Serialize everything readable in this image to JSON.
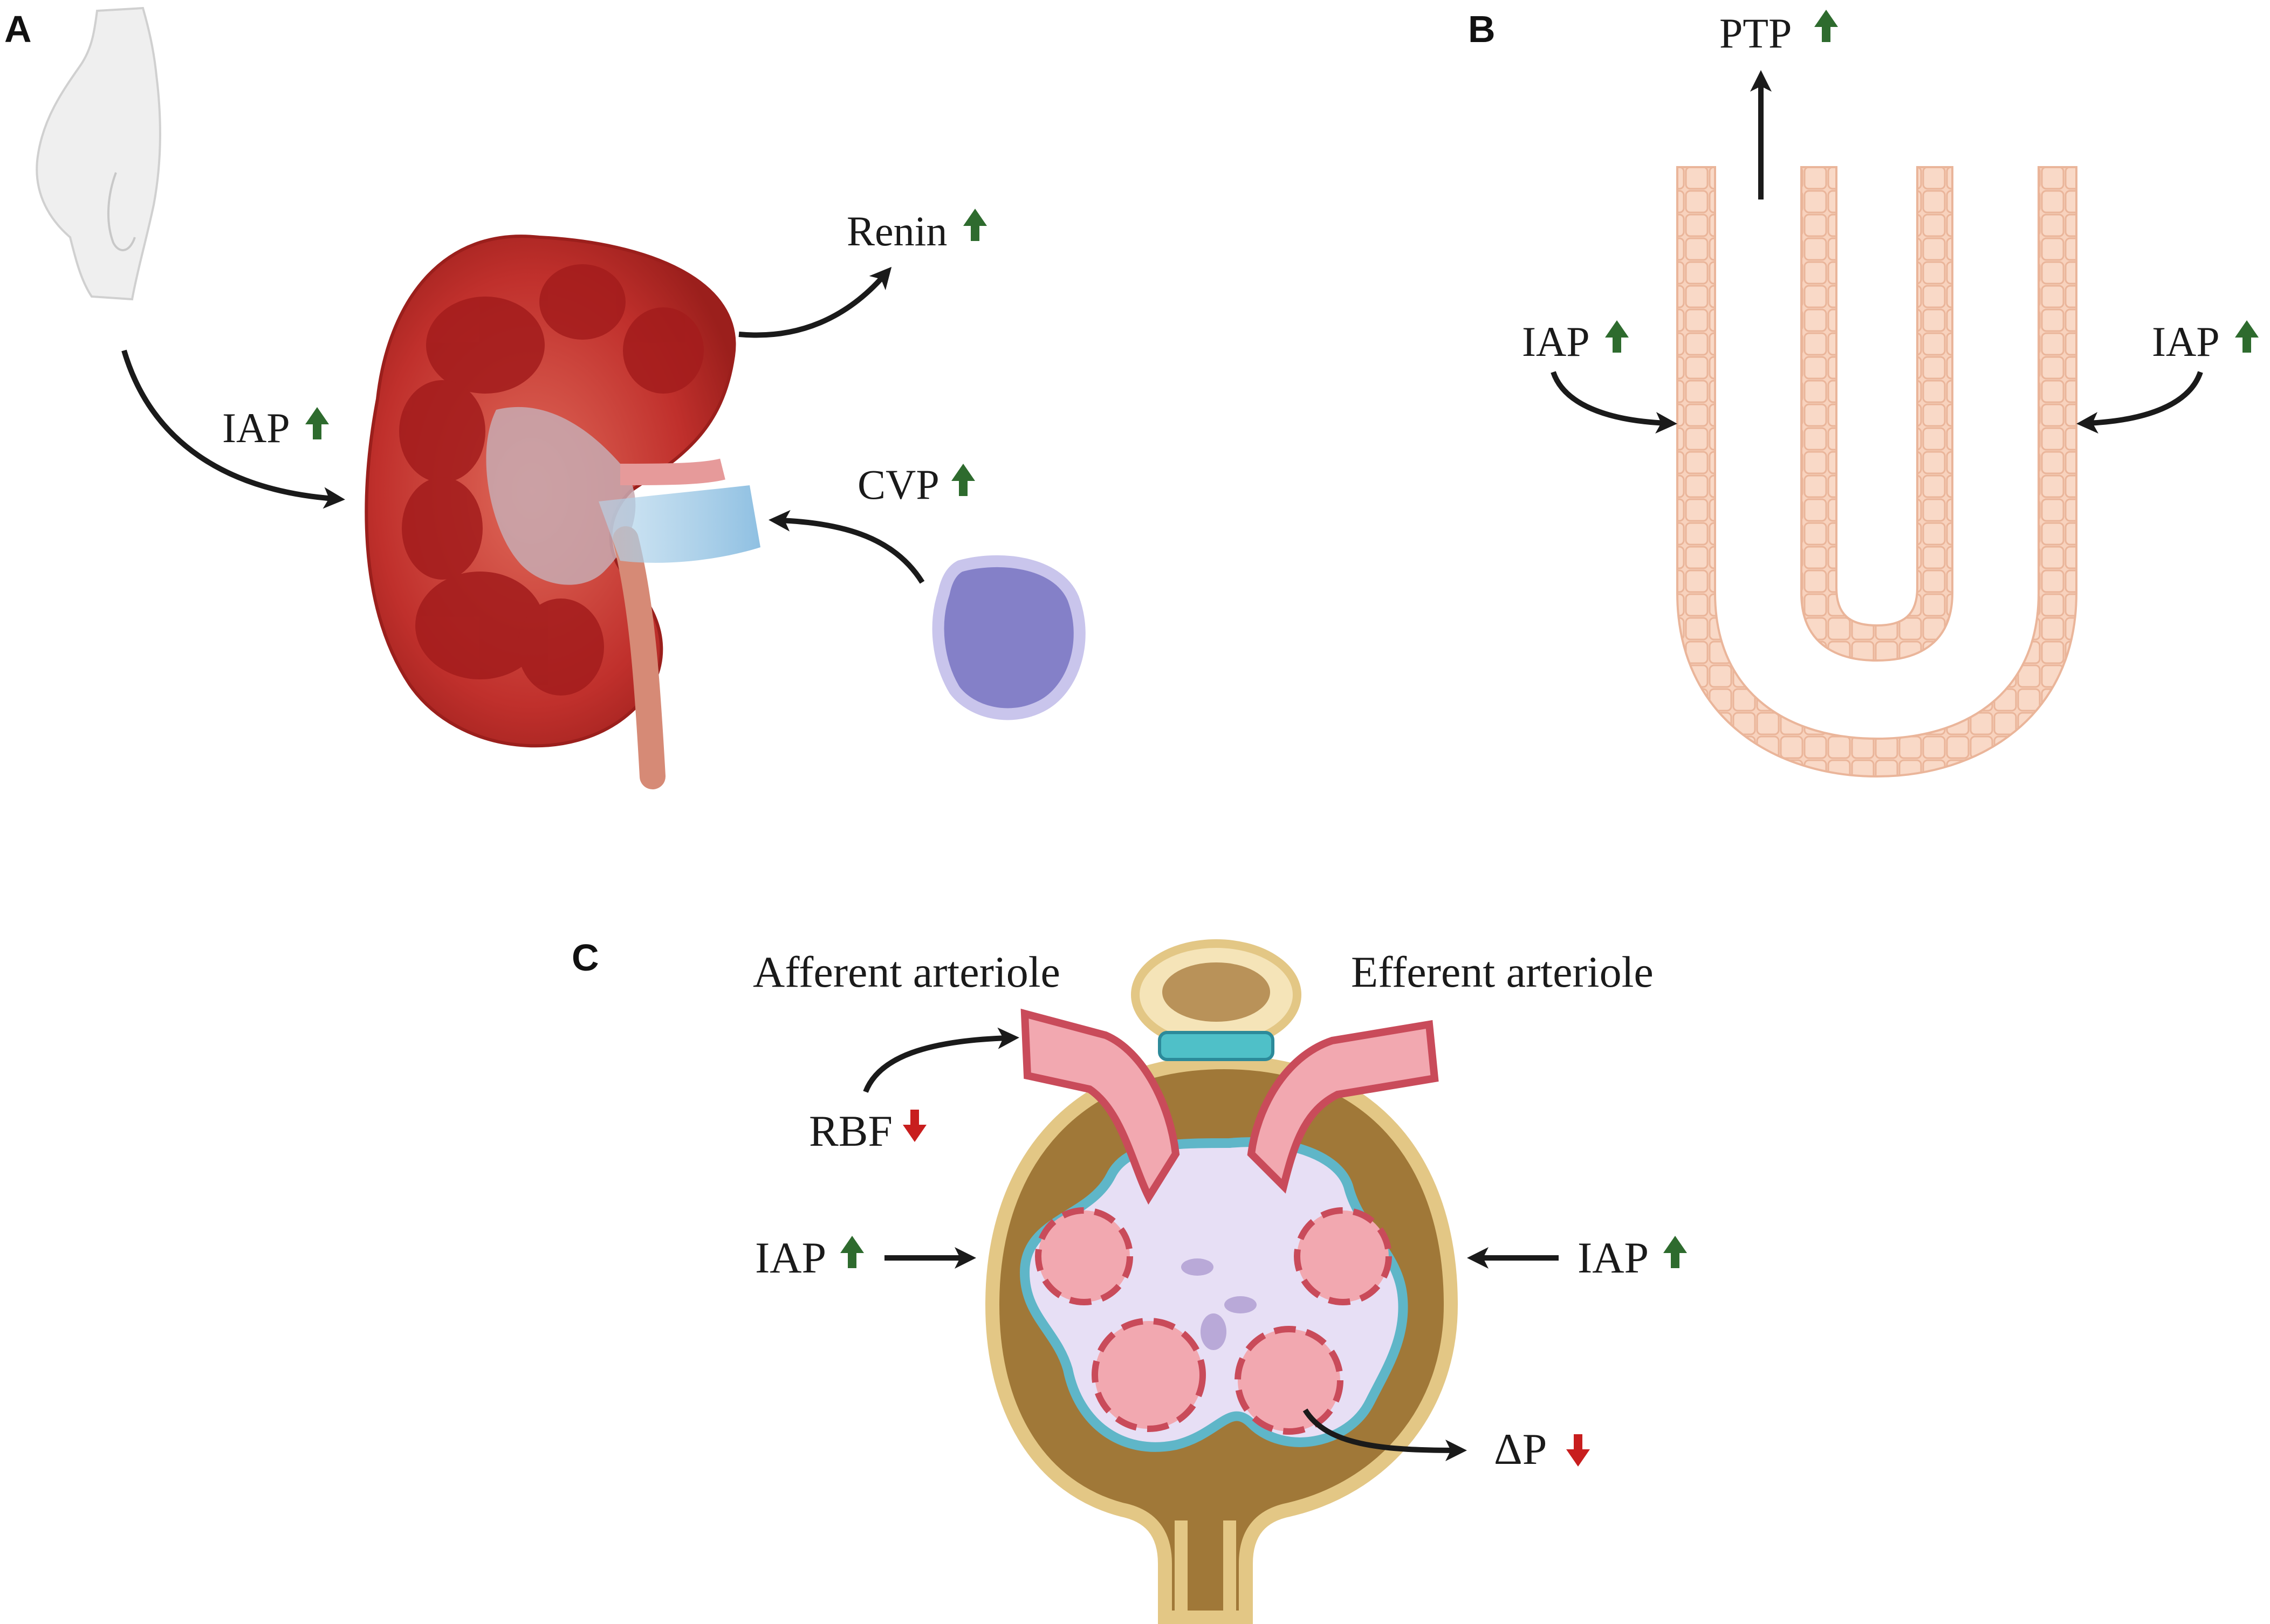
{
  "panels": {
    "a": {
      "letter": "A",
      "iap_label": "IAP",
      "renin_label": "Renin",
      "cvp_label": "CVP"
    },
    "b": {
      "letter": "B",
      "ptp_label": "PTP",
      "iap_left_label": "IAP",
      "iap_right_label": "IAP"
    },
    "c": {
      "letter": "C",
      "afferent_label": "Afferent arteriole",
      "efferent_label": "Efferent arteriole",
      "rbf_label": "RBF",
      "iap_left_label": "IAP",
      "iap_right_label": "IAP",
      "delta_p_label": "ΔP"
    }
  },
  "colors": {
    "increase_arrow": "#2e6b2e",
    "decrease_arrow": "#c81e1e",
    "kidney_cortex": "#c0302c",
    "vein": "#9ec9e4",
    "heart_chamber": "#8480c8",
    "tubule": "#f6cdb6",
    "bowman_capsule": "#a07838",
    "capillary": "#f2a8b0",
    "podocyte": "#5fb6c8"
  }
}
